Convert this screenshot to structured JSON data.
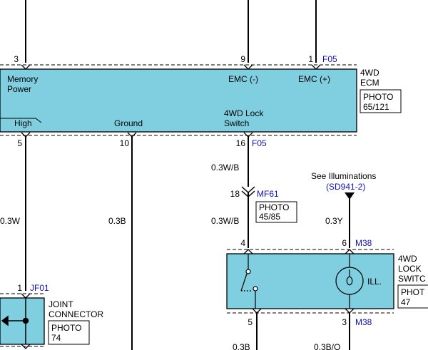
{
  "colors": {
    "component_fill": "#7fcfe0",
    "wire": "#000000",
    "connector_blue": "#1010c0",
    "link_blue": "#1010c0"
  },
  "ecm": {
    "name_lines": [
      "4WD",
      "ECM"
    ],
    "photo_lines": [
      "PHOTO",
      "65/121"
    ],
    "connector_top": "F05",
    "connector_bottom": "F05",
    "pins_top": [
      {
        "pin": "3",
        "label_lines": [
          "Memory",
          "Power"
        ]
      },
      {
        "pin": "9",
        "label_lines": [
          "EMC (-)"
        ]
      },
      {
        "pin": "1",
        "label_lines": [
          "EMC (+)"
        ]
      }
    ],
    "pins_bottom": [
      {
        "pin": "5",
        "label_lines": [
          "High"
        ]
      },
      {
        "pin": "10",
        "label_lines": [
          "Ground"
        ]
      },
      {
        "pin": "16",
        "label_lines": [
          "4WD Lock",
          "Switch"
        ]
      }
    ]
  },
  "wires": {
    "high": "0.3W",
    "ground": "0.3B",
    "lock_upper": "0.3W/B",
    "lock_lower": "0.3W/B",
    "illum": "0.3Y",
    "switch_left_out": "0.3B",
    "switch_right_out": "0.3B/O"
  },
  "inline_connector": {
    "pin": "18",
    "name": "MF61",
    "photo_lines": [
      "PHOTO",
      "45/85"
    ]
  },
  "illumination_ref": {
    "text": "See Illuminations",
    "link": "(SD941-2)"
  },
  "lock_switch": {
    "name_lines": [
      "4WD",
      "LOCK",
      "SWITC"
    ],
    "photo_lines": [
      "PHOT",
      "47"
    ],
    "ill_label": "ILL.",
    "connector_top": "M38",
    "connector_bottom": "M38",
    "pin_top_left": "4",
    "pin_top_right": "6",
    "pin_bottom_left": "5",
    "pin_bottom_right": "3"
  },
  "joint_connector": {
    "pin": "1",
    "name": "JF01",
    "label_lines": [
      "JOINT",
      "CONNECTOR"
    ],
    "photo_lines": [
      "PHOTO",
      "74"
    ]
  }
}
